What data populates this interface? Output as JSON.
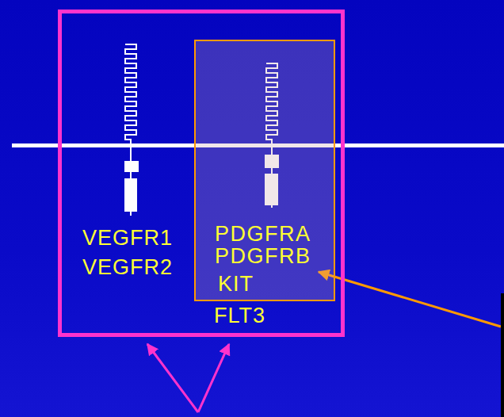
{
  "diagram": {
    "nodes": [
      {
        "text": [
          "VEGFR1 VEGFR2",
          "FLT3"
        ]
      },
      {
        "text": [
          "PDGFRA PDGFRB",
          "KIT"
        ],
        "in": 0
      }
    ]
  }
}
